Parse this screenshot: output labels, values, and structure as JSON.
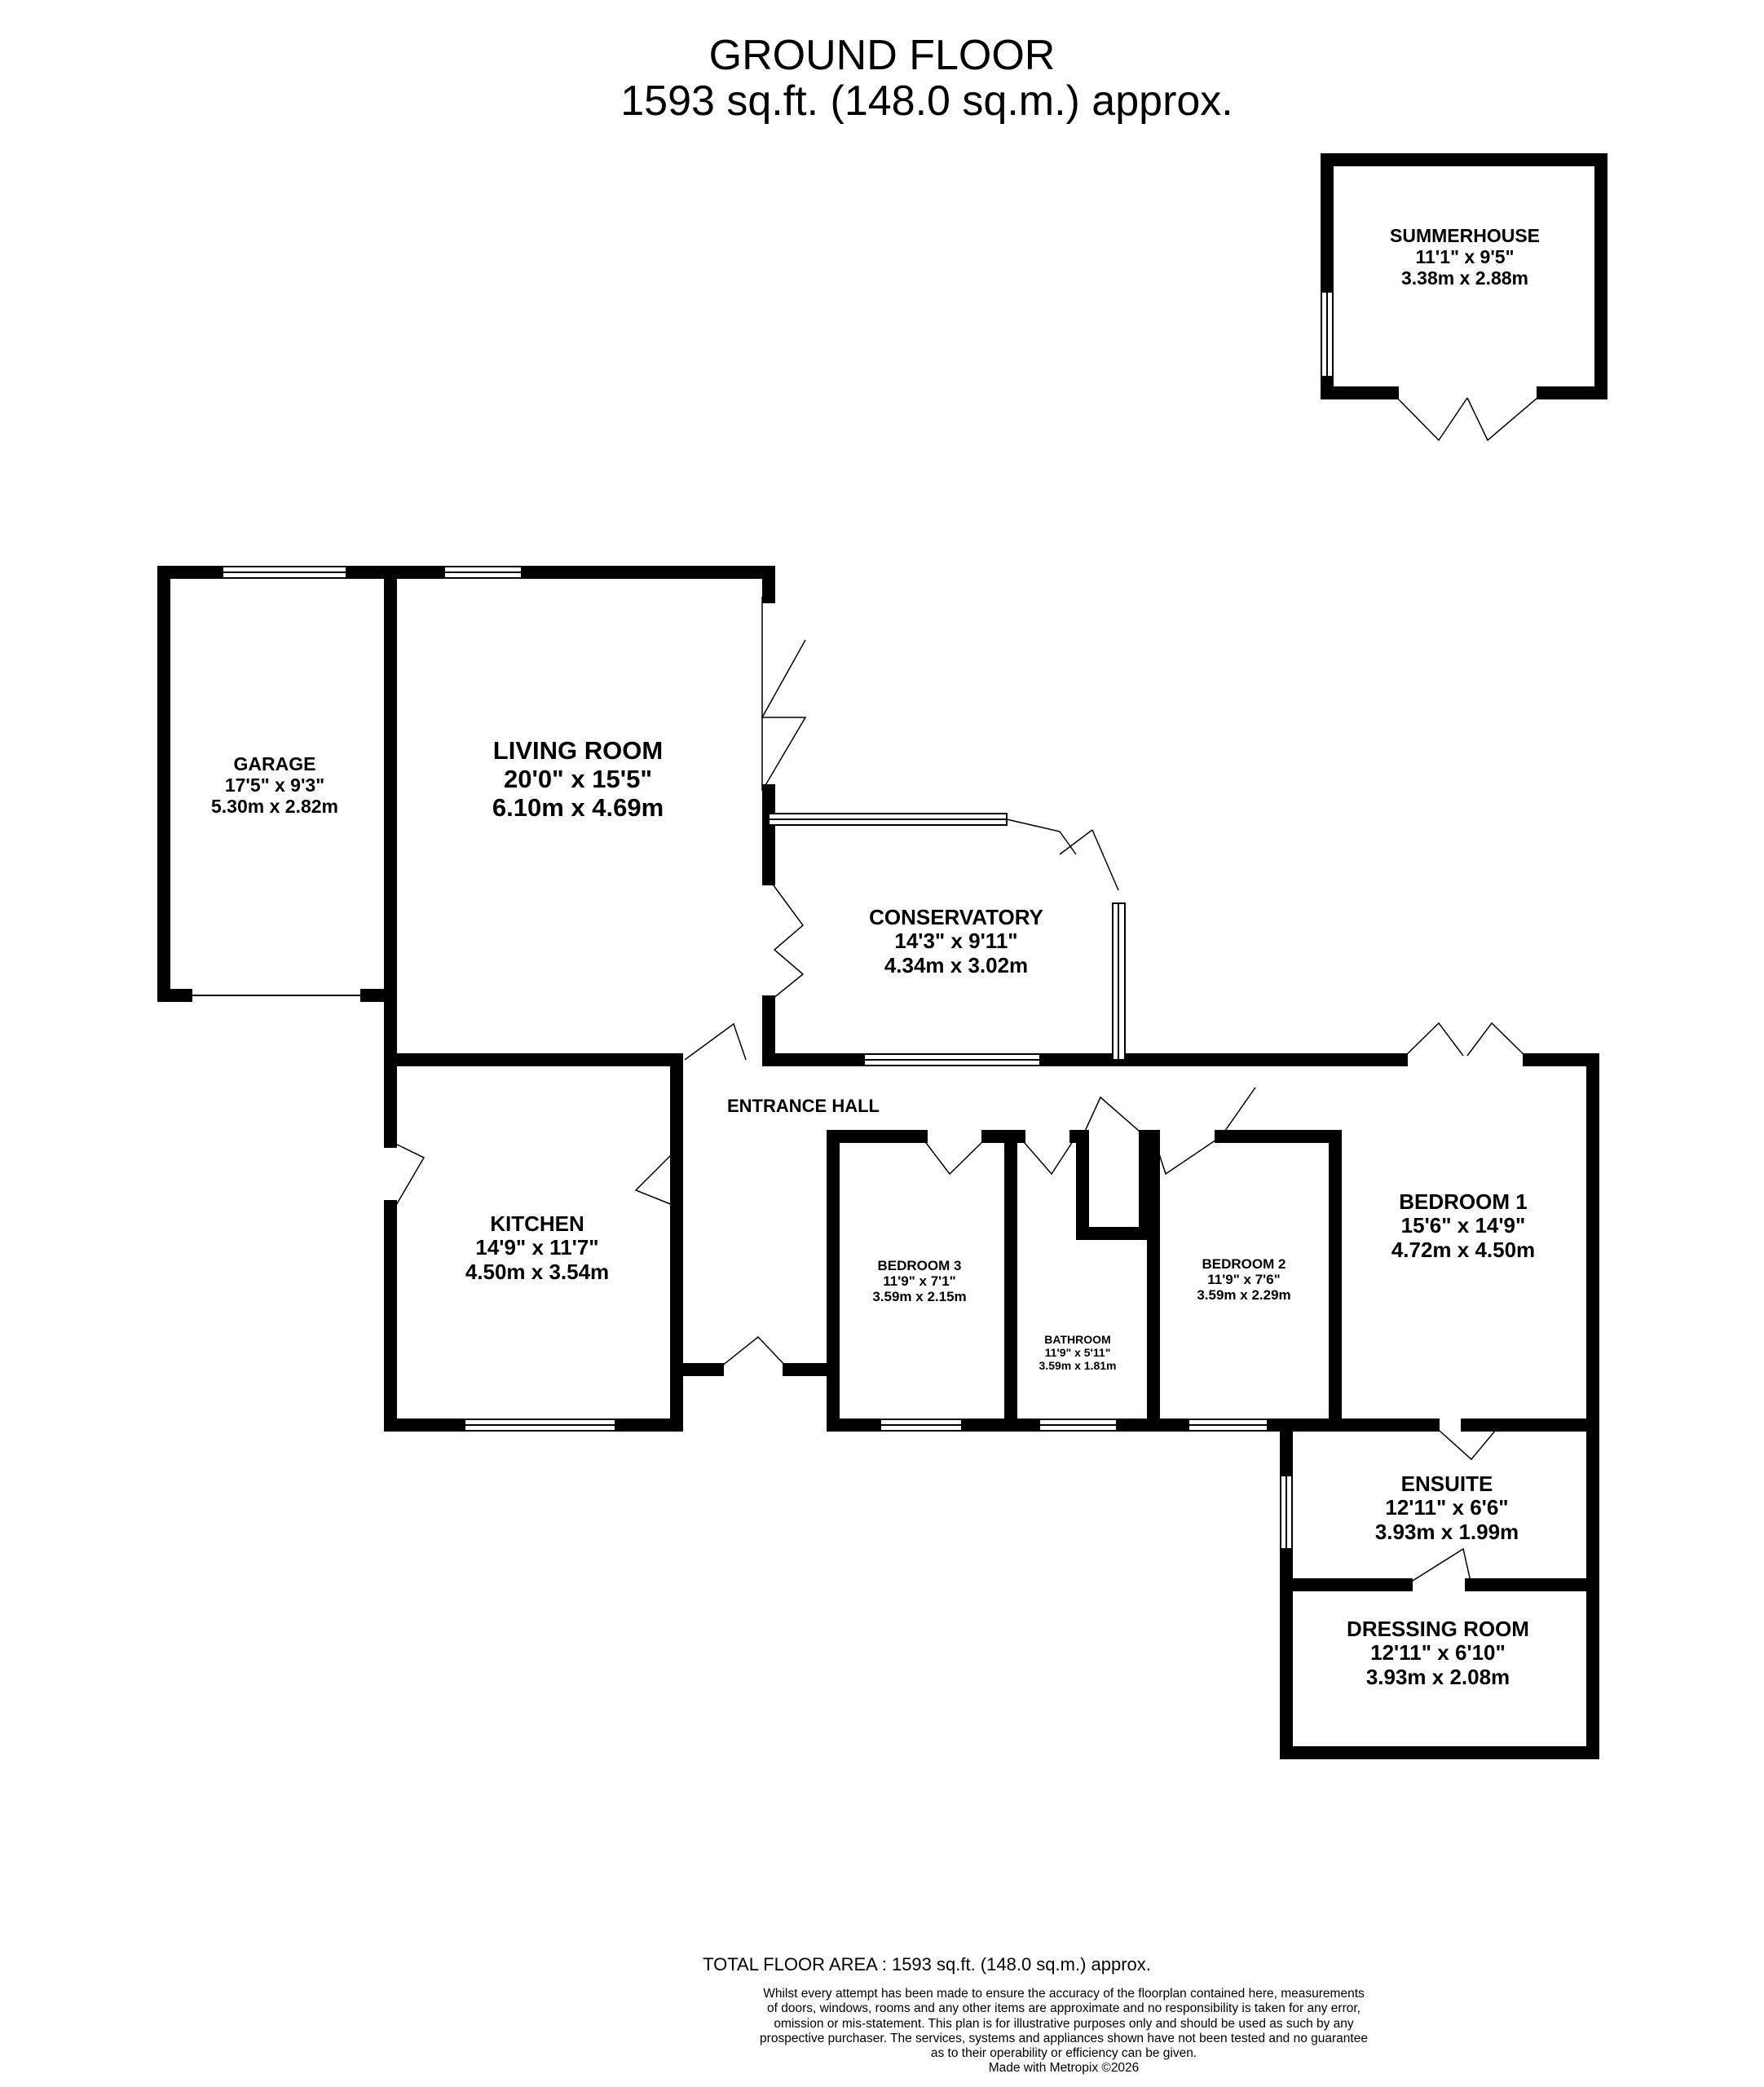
{
  "header": {
    "title": "GROUND FLOOR",
    "subtitle": "1593 sq.ft. (148.0 sq.m.) approx."
  },
  "rooms": {
    "summerhouse": {
      "name": "SUMMERHOUSE",
      "imperial": "11'1\"  x 9'5\"",
      "metric": "3.38m  x 2.88m"
    },
    "garage": {
      "name": "GARAGE",
      "imperial": "17'5\"  x 9'3\"",
      "metric": "5.30m  x 2.82m"
    },
    "living_room": {
      "name": "LIVING ROOM",
      "imperial": "20'0\"  x 15'5\"",
      "metric": "6.10m  x 4.69m"
    },
    "conservatory": {
      "name": "CONSERVATORY",
      "imperial": "14'3\"  x 9'11\"",
      "metric": "4.34m  x 3.02m"
    },
    "entrance_hall": {
      "name": "ENTRANCE HALL"
    },
    "kitchen": {
      "name": "KITCHEN",
      "imperial": "14'9\"  x 11'7\"",
      "metric": "4.50m  x 3.54m"
    },
    "bedroom_3": {
      "name": "BEDROOM 3",
      "imperial": "11'9\"  x 7'1\"",
      "metric": "3.59m  x 2.15m"
    },
    "bathroom": {
      "name": "BATHROOM",
      "imperial": "11'9\"  x 5'11\"",
      "metric": "3.59m  x 1.81m"
    },
    "bedroom_2": {
      "name": "BEDROOM 2",
      "imperial": "11'9\"  x 7'6\"",
      "metric": "3.59m  x 2.29m"
    },
    "bedroom_1": {
      "name": "BEDROOM 1",
      "imperial": "15'6\"  x 14'9\"",
      "metric": "4.72m  x 4.50m"
    },
    "ensuite": {
      "name": "ENSUITE",
      "imperial": "12'11\"  x 6'6\"",
      "metric": "3.93m  x 1.99m"
    },
    "dressing_room": {
      "name": "DRESSING ROOM",
      "imperial": "12'11\"  x 6'10\"",
      "metric": "3.93m  x 2.08m"
    }
  },
  "footer": {
    "total": "TOTAL FLOOR AREA : 1593 sq.ft. (148.0 sq.m.) approx.",
    "disclaimer_lines": [
      "Whilst every attempt has been made to ensure the accuracy of the floorplan contained here, measurements",
      "of doors, windows, rooms and any other items are approximate and no responsibility is taken for any error,",
      "omission or mis-statement. This plan is for illustrative purposes only and should be used as such by any",
      "prospective purchaser. The services, systems and appliances shown have not been tested and no guarantee",
      "as to their operability or efficiency can be given."
    ],
    "made_with": "Made with Metropix ©2026"
  }
}
